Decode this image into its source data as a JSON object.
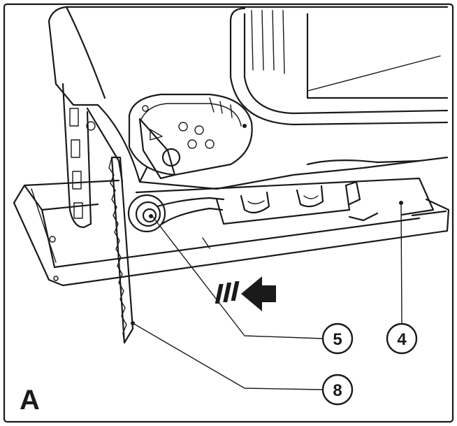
{
  "figure": {
    "letter": "A",
    "callouts": [
      {
        "id": "callout-5",
        "label": "5"
      },
      {
        "id": "callout-4",
        "label": "4"
      },
      {
        "id": "callout-8",
        "label": "8"
      }
    ],
    "colors": {
      "line": "#1a1a1a",
      "background": "#ffffff"
    }
  }
}
